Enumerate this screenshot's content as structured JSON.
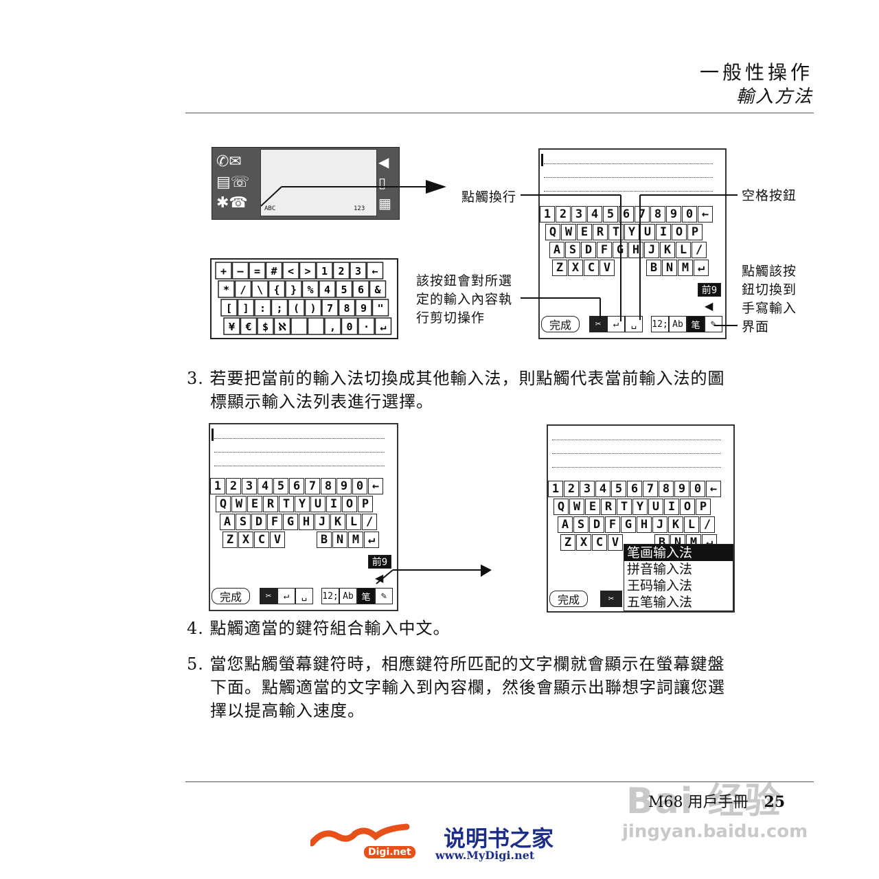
{
  "header": {
    "title": "一般性操作",
    "subtitle": "輸入方法"
  },
  "status_screen": {
    "left_label": "ABC",
    "right_label": "123"
  },
  "symbol_keyboard": {
    "rows": [
      [
        "+",
        "—",
        "=",
        "#",
        "<",
        ">",
        "1",
        "2",
        "3",
        "←"
      ],
      [
        "*",
        "/",
        "\\",
        "{",
        "}",
        "%",
        "4",
        "5",
        "6",
        "&"
      ],
      [
        "[",
        "]",
        ":",
        ";",
        "(",
        ")",
        "7",
        "8",
        "9",
        "\""
      ],
      [
        "¥",
        "€",
        "$",
        "ℵ",
        "",
        "",
        ",",
        "0",
        "·",
        "↵"
      ]
    ]
  },
  "keyboard": {
    "rows": [
      [
        "1",
        "2",
        "3",
        "4",
        "5",
        "6",
        "7",
        "8",
        "9",
        "0",
        "←"
      ],
      [
        "Q",
        "W",
        "E",
        "R",
        "T",
        "Y",
        "U",
        "I",
        "O",
        "P"
      ],
      [
        "A",
        "S",
        "D",
        "F",
        "G",
        "H",
        "J",
        "K",
        "L",
        "/"
      ],
      [
        "Z",
        "X",
        "C",
        "V",
        "",
        "B",
        "N",
        "M",
        "↵"
      ]
    ],
    "done_label": "完成",
    "mode_labels": [
      "12;",
      "Ab",
      "笔"
    ],
    "front_label": "前9"
  },
  "annotations": {
    "newline": "點觸換行",
    "space": "空格按鈕",
    "cut": [
      "該按鈕會對所選",
      "定的輸入內容執",
      "行剪切操作"
    ],
    "handwrite": [
      "點觸該按",
      "鈕切換到",
      "手寫輸入",
      "界面"
    ]
  },
  "steps": {
    "s3": [
      "3. 若要把當前的輸入法切換成其他輸入法，則點觸代表當前輸入法的圖",
      "標顯示輸入法列表進行選擇。"
    ],
    "s4": "4. 點觸適當的鍵符組合輸入中文。",
    "s5": [
      "5. 當您點觸螢幕鍵符時，相應鍵符所匹配的文字欄就會顯示在螢幕鍵盤",
      "下面。點觸適當的文字輸入到內容欄，然後會顯示出聯想字詞讓您選",
      "擇以提高輸入速度。"
    ]
  },
  "ime_menu": [
    "笔画输入法",
    "拼音输入法",
    "王码输入法",
    "五笔输入法"
  ],
  "footer": {
    "manual": "M68 用戶手冊",
    "page": "25"
  },
  "logo": {
    "brand": "说明书之家",
    "url": "www.MyDigi.net",
    "badge": "Digi.net"
  },
  "watermark": {
    "line1": "Bai 经验",
    "line2": "jingyan.baidu.com"
  }
}
